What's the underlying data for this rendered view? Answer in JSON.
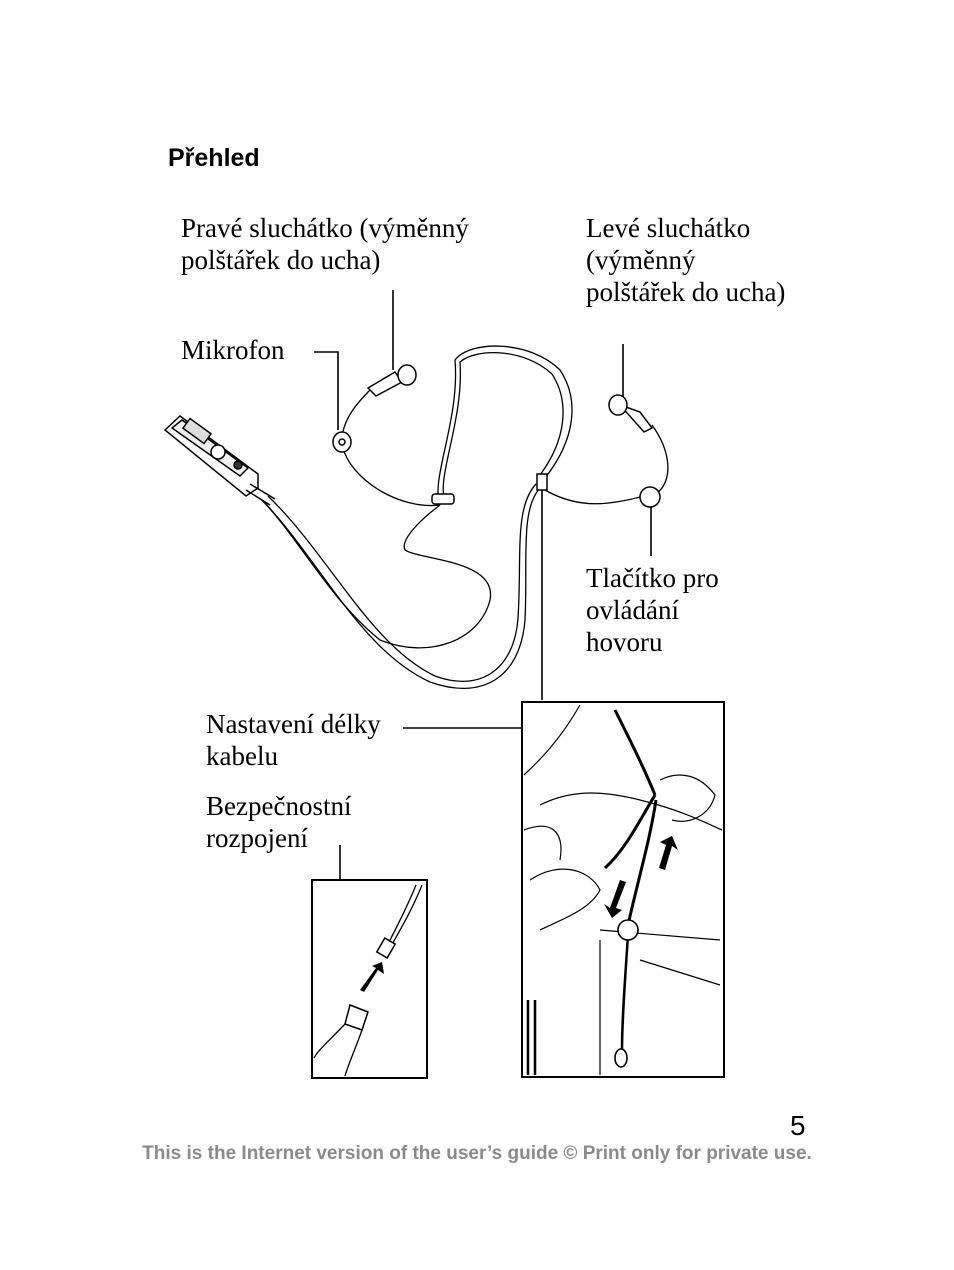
{
  "page": {
    "heading": "Přehled",
    "page_number": "5",
    "footer": "This is the Internet version of the user’s guide © Print only for private use."
  },
  "labels": {
    "right_earpiece": "Pravé sluchátko (výměnný\npolštářek do ucha)",
    "left_earpiece": "Levé sluchátko\n(výměnný\npolštářek do ucha)",
    "microphone": "Mikrofon",
    "call_button": "Tlačítko pro\novládání\nhovoru",
    "cable_length": "Nastavení délky\nkabelu",
    "safety_release": "Bezpečnostní\nrozpojení"
  },
  "illustration": {
    "icons": [
      "headset-illustration",
      "safety-release-inset",
      "cable-adjust-inset"
    ],
    "line_color": "#000000"
  }
}
